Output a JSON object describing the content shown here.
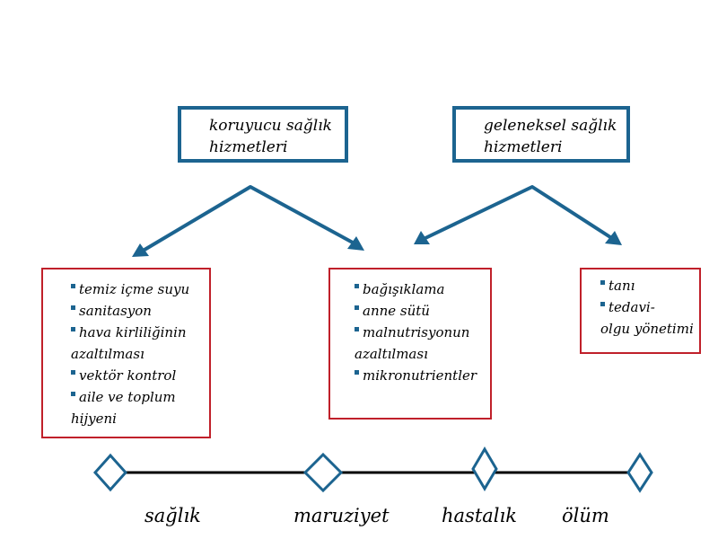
{
  "colors": {
    "blue": "#1c6490",
    "red": "#c0202a",
    "line": "#000000"
  },
  "services": {
    "preventive": {
      "line1": "koruyucu sağlık",
      "line2": "hizmetleri"
    },
    "traditional": {
      "line1": "geleneksel sağlık",
      "line2": "hizmetleri"
    }
  },
  "interventions": {
    "left": [
      {
        "line1": "temiz içme suyu"
      },
      {
        "line1": "sanitasyon"
      },
      {
        "line1": "hava kirliliğinin",
        "line2": "azaltılması"
      },
      {
        "line1": "vektör kontrol"
      },
      {
        "line1": "aile ve toplum",
        "line2": "hijyeni"
      }
    ],
    "middle": [
      {
        "line1": "bağışıklama"
      },
      {
        "line1": "anne sütü"
      },
      {
        "line1": "malnutrisyonun",
        "line2": "azaltılması"
      },
      {
        "line1": "mikronutrientler"
      }
    ],
    "right": [
      {
        "line1": "tanı"
      },
      {
        "line1": "tedavi-",
        "line2": "olgu yönetimi"
      }
    ]
  },
  "timeline": {
    "stages": [
      "sağlık",
      "maruziyet",
      "hastalık",
      "ölüm"
    ]
  }
}
